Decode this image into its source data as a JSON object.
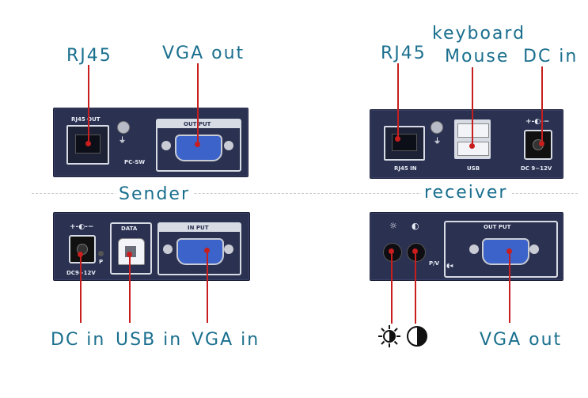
{
  "labels": {
    "rj45_left": "RJ45",
    "vga_out_left": "VGA out",
    "keyboard": "keyboard",
    "rj45_right": "RJ45",
    "mouse": "Mouse",
    "dc_in_right": "DC in",
    "sender": "Sender",
    "receiver": "receiver",
    "dc_in_bottom": "DC in",
    "usb_in": "USB in",
    "vga_in": "VGA in",
    "vga_out_bottom": "VGA out"
  },
  "panel_text": {
    "rj45_out": "RJ45 OUT",
    "out_put_1": "OUT PUT",
    "pc_sw": "PC-SW",
    "rj45_in": "RJ45 IN",
    "usb": "USB",
    "dc_912v_r": "DC 9~12V",
    "data": "DATA",
    "in_put": "IN PUT",
    "dc912v_l": "DC9~12V",
    "p": "P",
    "out_put_2": "OUT PUT",
    "pv": "P/V"
  },
  "colors": {
    "label": "#1a6f8e",
    "panel": "#2b3150",
    "accent_line": "#c81e1e",
    "vga_blue": "#3b63c9"
  }
}
